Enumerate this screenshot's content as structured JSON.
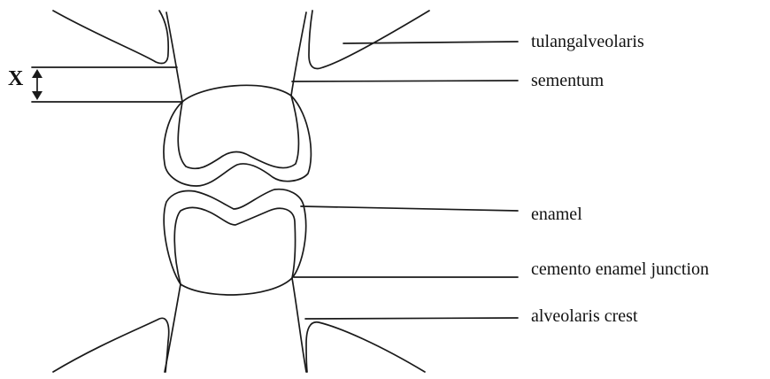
{
  "labels": {
    "tulangalveolaris": "tulangalveolaris",
    "sementum": "sementum",
    "enamel": "enamel",
    "cemento_enamel_junction": "cemento enamel junction",
    "alveolaris_crest": "alveolaris crest"
  },
  "measurement": {
    "symbol": "X"
  }
}
